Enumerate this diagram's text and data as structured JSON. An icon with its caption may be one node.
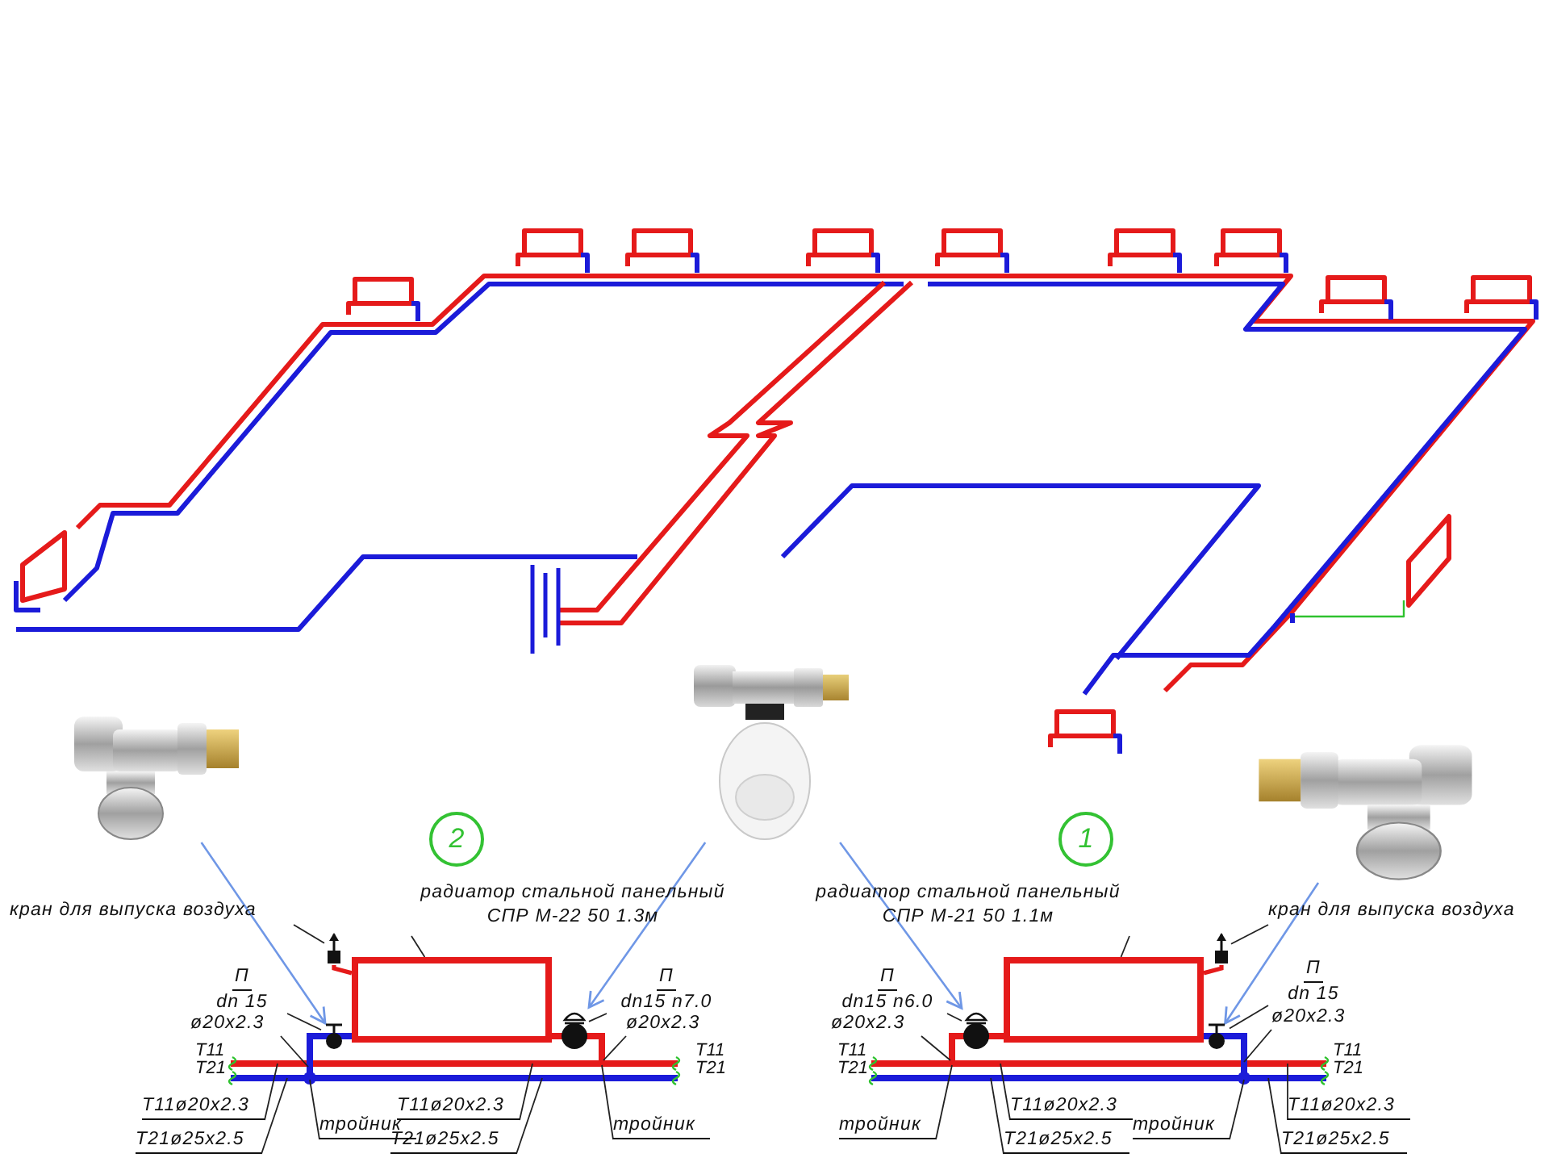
{
  "diagram": {
    "nodes": [
      {
        "text": [],
        "shape": "picture"
      },
      {
        "text": [],
        "shape": "picture"
      },
      {
        "text": [],
        "shape": "picture"
      },
      {
        "text": [
          "кран для выпуска воздуха"
        ]
      },
      {
        "text": [],
        "shape": "valve"
      },
      {
        "text": [
          "радиатор стальной панельный СПР М-22 50 1.3м"
        ]
      },
      {
        "text": [],
        "shape": "box"
      },
      {
        "text": [
          "П",
          "dn 15"
        ]
      },
      {
        "text": [],
        "shape": "valve"
      },
      {
        "text": [
          "П",
          "dn15 n7.0"
        ]
      },
      {
        "text": [],
        "shape": "valve"
      },
      {
        "text": [
          "ø20x2.3"
        ]
      },
      {
        "text": [
          "ø20x2.3"
        ]
      },
      {
        "text": [
          "Т11ø20x2.3"
        ]
      },
      {
        "text": [
          "Т21ø25x2.5"
        ]
      },
      {
        "text": [
          "тройник"
        ]
      },
      {
        "text": [
          "Т11ø20x2.3"
        ]
      },
      {
        "text": [
          "Т21ø25x2.5"
        ]
      },
      {
        "text": [
          "тройник"
        ]
      },
      {
        "text": [
          "радиатор стальной панельный СПР М-21 50 1.1м"
        ]
      },
      {
        "text": [],
        "shape": "box"
      },
      {
        "text": [
          "кран для выпуска воздуха"
        ]
      },
      {
        "text": [],
        "shape": "valve"
      },
      {
        "text": [
          "П",
          "dn15 n6.0"
        ]
      },
      {
        "text": [],
        "shape": "valve"
      },
      {
        "text": [
          "П",
          "dn 15"
        ]
      },
      {
        "text": [],
        "shape": "valve"
      },
      {
        "text": [
          "ø20x2.3"
        ]
      },
      {
        "text": [
          "ø20x2.3"
        ]
      },
      {
        "text": [
          "тройник"
        ]
      },
      {
        "text": [
          "Т11ø20x2.3"
        ]
      },
      {
        "text": [
          "Т21ø25x2.5"
        ]
      },
      {
        "text": [
          "тройник"
        ]
      },
      {
        "text": [
          "Т11ø20x2.3"
        ]
      },
      {
        "text": [
          "Т21ø25x2.5"
        ]
      }
    ],
    "edges": [
      {
        "from": 0,
        "to": 8,
        "arrow": "to",
        "color": "#6f97e6"
      },
      {
        "from": 1,
        "to": 10,
        "arrow": "to",
        "color": "#6f97e6"
      },
      {
        "from": 1,
        "to": 24,
        "arrow": "to",
        "color": "#6f97e6"
      },
      {
        "from": 2,
        "to": 26,
        "arrow": "to",
        "color": "#6f97e6"
      },
      {
        "from": 3,
        "to": 4,
        "arrow": "none"
      },
      {
        "from": 5,
        "to": 6,
        "arrow": "none"
      },
      {
        "from": 7,
        "to": 8,
        "arrow": "none"
      },
      {
        "from": 9,
        "to": 10,
        "arrow": "none"
      },
      {
        "from": 11,
        "to": null,
        "arrow": "none"
      },
      {
        "from": 12,
        "to": null,
        "arrow": "none"
      },
      {
        "from": 13,
        "to": null,
        "arrow": "none"
      },
      {
        "from": 14,
        "to": null,
        "arrow": "none"
      },
      {
        "from": 15,
        "to": null,
        "arrow": "none"
      },
      {
        "from": 16,
        "to": null,
        "arrow": "none"
      },
      {
        "from": 17,
        "to": null,
        "arrow": "none"
      },
      {
        "from": 18,
        "to": null,
        "arrow": "none"
      },
      {
        "from": 19,
        "to": 20,
        "arrow": "none"
      },
      {
        "from": 21,
        "to": 22,
        "arrow": "none"
      },
      {
        "from": 23,
        "to": 24,
        "arrow": "none"
      },
      {
        "from": 25,
        "to": 26,
        "arrow": "none"
      },
      {
        "from": 27,
        "to": null,
        "arrow": "none"
      },
      {
        "from": 28,
        "to": null,
        "arrow": "none"
      },
      {
        "from": 29,
        "to": null,
        "arrow": "none"
      },
      {
        "from": 30,
        "to": null,
        "arrow": "none"
      },
      {
        "from": 31,
        "to": null,
        "arrow": "none"
      },
      {
        "from": 32,
        "to": null,
        "arrow": "none"
      },
      {
        "from": 33,
        "to": null,
        "arrow": "none"
      },
      {
        "from": 34,
        "to": null,
        "arrow": "none"
      },
      {
        "from": 4,
        "to": 6,
        "arrow": "none",
        "style": "thick",
        "color": "#e51a1a"
      },
      {
        "from": 22,
        "to": 20,
        "arrow": "none",
        "style": "thick",
        "color": "#e51a1a"
      }
    ],
    "labels": [
      "2",
      "1",
      "Т11",
      "Т21",
      "Т11",
      "Т21",
      "Т11",
      "Т21",
      "Т11",
      "Т21"
    ]
  }
}
